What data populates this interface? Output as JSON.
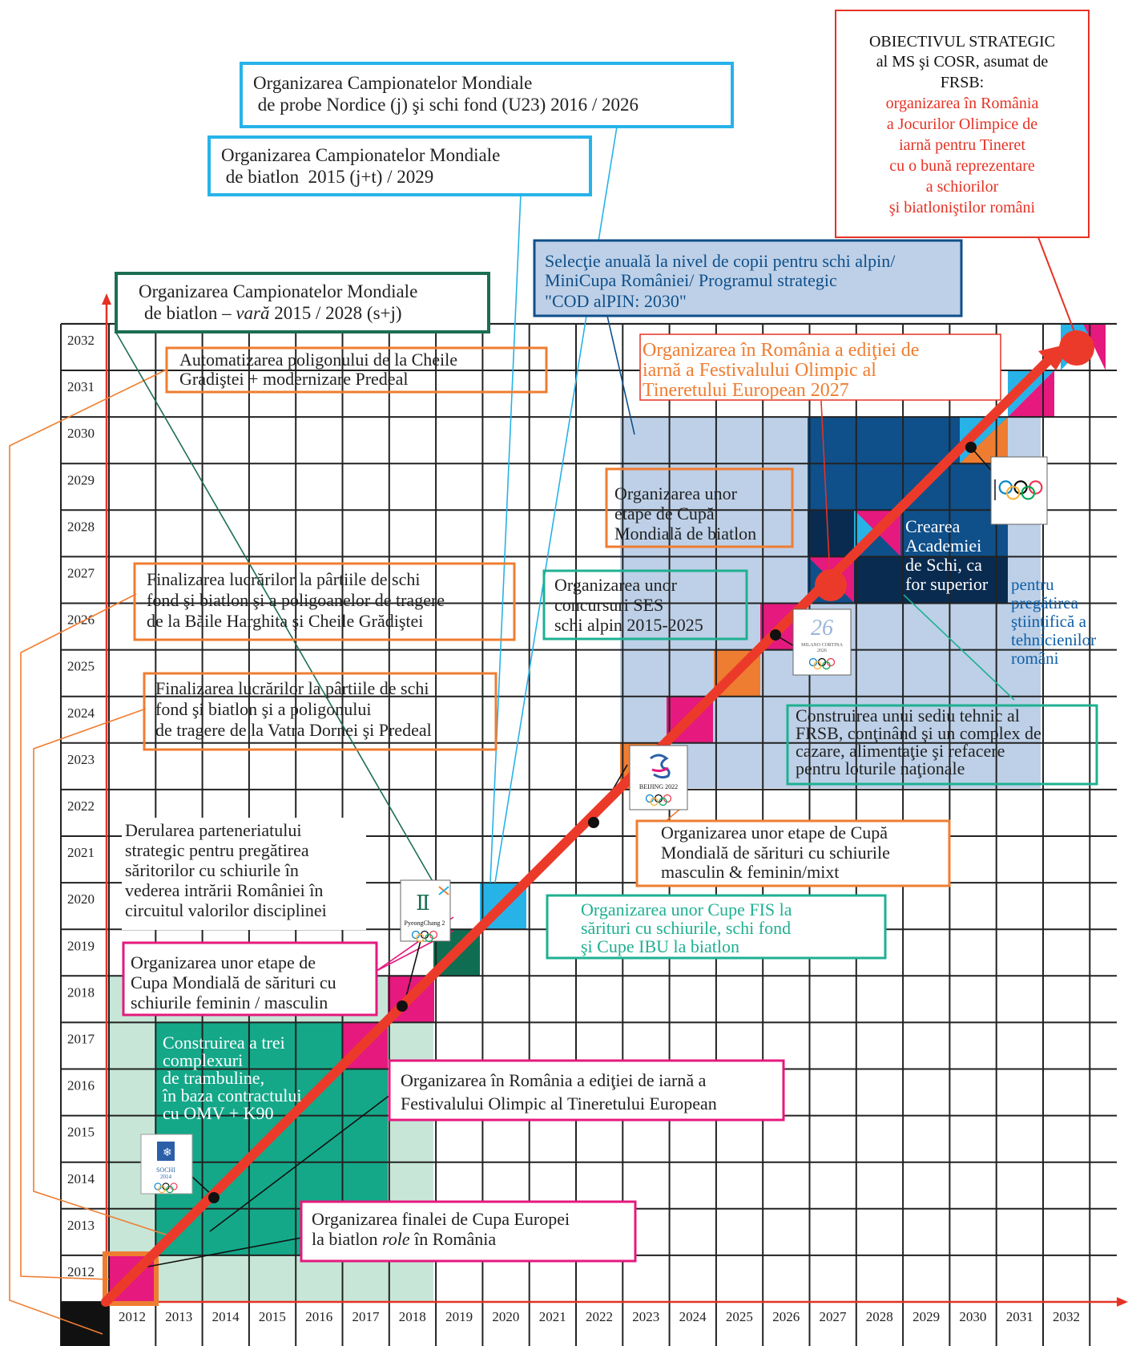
{
  "years": [
    "2012",
    "2013",
    "2014",
    "2015",
    "2016",
    "2017",
    "2018",
    "2019",
    "2020",
    "2021",
    "2022",
    "2023",
    "2024",
    "2025",
    "2026",
    "2027",
    "2028",
    "2029",
    "2030",
    "2031",
    "2032"
  ],
  "colors": {
    "grid": "#222222",
    "axis_red": "#e53224",
    "main_arrow": "#ec3a2a",
    "pale_green": "#c7e6d8",
    "teal_green": "#14a889",
    "dark_green": "#0f6e52",
    "magenta": "#e5197e",
    "orange": "#ef7d31",
    "sky_blue": "#27b3e8",
    "pale_blue": "#bdd0e7",
    "dark_blue": "#0f4f8a",
    "navy": "#0a2b50",
    "box_teal": "#1fb092",
    "box_green_dark": "#1b6e52",
    "black": "#111111"
  },
  "objective": {
    "line1": "OBIECTIVUL STRATEGIC",
    "line2": "al MS şi COSR, asumat de",
    "line3": "FRSB:",
    "red_lines": [
      "organizarea în România",
      "a Jocurilor Olimpice de",
      "iarnă pentru Tineret",
      "cu o bună reprezentare",
      "a schiorilor",
      "şi biatloniştilor români"
    ]
  },
  "boxes": {
    "nordic": [
      "Organizarea Campionatelor Mondiale",
      " de probe Nordice (j) şi schi fond (U23) 2016 / 2026"
    ],
    "biathlon_worlds": [
      "Organizarea Campionatelor Mondiale",
      " de biatlon  2015 (j+t) / 2029"
    ],
    "summer_biathlon": [
      "Organizarea Campionatelor Mondiale",
      "de biatlon – ",
      "vară",
      " 2015 / 2028 (s+j)"
    ],
    "alpine_selection": [
      "Selecţie anuală la nivel de copii pentru schi alpin/",
      "MiniCupa României/ Programul strategic",
      "\"COD alPIN: 2030\""
    ],
    "eyof_2027": [
      "Organizarea în România a ediţiei de",
      "iarnă a Festivalului Olimpic al",
      "Tineretului European 2027"
    ],
    "automation": [
      "Automatizarea poligonului de la Cheile",
      "Gradiştei + modernizare Predeal"
    ],
    "world_cup_biathlon": [
      "Organizarea unor",
      "etape de Cupă",
      "Mondială de biatlon"
    ],
    "academy": [
      "Crearea",
      "Academiei",
      "de Schi, ca",
      "for superior"
    ],
    "academy_blue": [
      "pentru",
      "pregătirea",
      "ştiinţifică a",
      "tehnicienilor",
      "români"
    ],
    "harghita": [
      "Finalizarea lucrărilor la pârtiile de schi",
      "fond şi biatlon şi a poligoanelor de tragere",
      "de la Băile Harghita şi Cheile Grădiştei"
    ],
    "ses": [
      "Organizarea unor",
      "concursuri SES",
      "schi alpin 2015-2025"
    ],
    "vatra_dornei": [
      "Finalizarea lucrărilor la pârtiile de schi",
      "fond şi biatlon şi a poligonului",
      "de tragere de la Vatra Dornei şi Predeal"
    ],
    "hq": [
      "Construirea unui sediu tehnic al",
      "FRSB, conţinând şi un complex de",
      "cazare, alimentaţie şi refacere",
      "pentru loturile naţionale"
    ],
    "partnership": [
      "Derularea parteneriatului",
      "strategic pentru pregătirea",
      "săritorilor cu schiurile în",
      "vederea intrării României în",
      "circuitul valorilor disciplinei"
    ],
    "ski_jump_wc": [
      "Organizarea unor etape de Cupă",
      "Mondială de sărituri cu schiurile",
      "masculin & feminin/mixt"
    ],
    "fis_cups": [
      "Organizarea unor Cupe FIS la",
      "sărituri cu schiurile, schi fond",
      "şi Cupe IBU la biatlon"
    ],
    "ski_jump_women": [
      "Organizarea unor etape de",
      "Cupa Mondială de sărituri cu",
      "schiurile feminin / masculin"
    ],
    "trambuline": [
      "Construirea a trei",
      "complexuri",
      "de trambuline,",
      "în baza contractului",
      "cu OMV + K90"
    ],
    "eyof": [
      "Organizarea în România a ediţiei de iarnă a",
      "Festivalului Olimpic al Tineretului European"
    ],
    "europe_cup": [
      "Organizarea finalei de Cupa Europei",
      "la biatlon ",
      "role",
      " în România"
    ]
  },
  "logos": {
    "sochi": [
      "SOCHI",
      "2014"
    ],
    "pyeongchang": [
      "PyeongChang 2"
    ],
    "beijing": [
      "BEIJING 2022"
    ],
    "milano": [
      "MILANO CORTINA",
      "2026"
    ]
  },
  "icons": [
    "olympic-rings-icon",
    "sochi-logo-icon",
    "pyeongchang-logo-icon",
    "beijing-logo-icon",
    "milano-cortina-logo-icon"
  ]
}
